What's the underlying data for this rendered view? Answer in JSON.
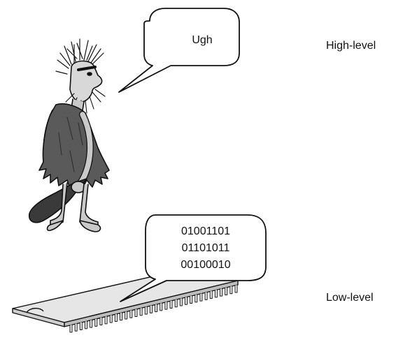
{
  "caveman_bubble": {
    "text": "Ugh"
  },
  "chip_bubble": {
    "lines": [
      "01001101",
      "01101011",
      "00100010"
    ]
  },
  "labels": {
    "high": "High-level",
    "low": "Low-level"
  },
  "colors": {
    "ink": "#111111",
    "tunic": "#5a5a5a",
    "skin": "#c9c9c9",
    "club": "#3a3a3a",
    "chip": "#e6e6e6"
  }
}
